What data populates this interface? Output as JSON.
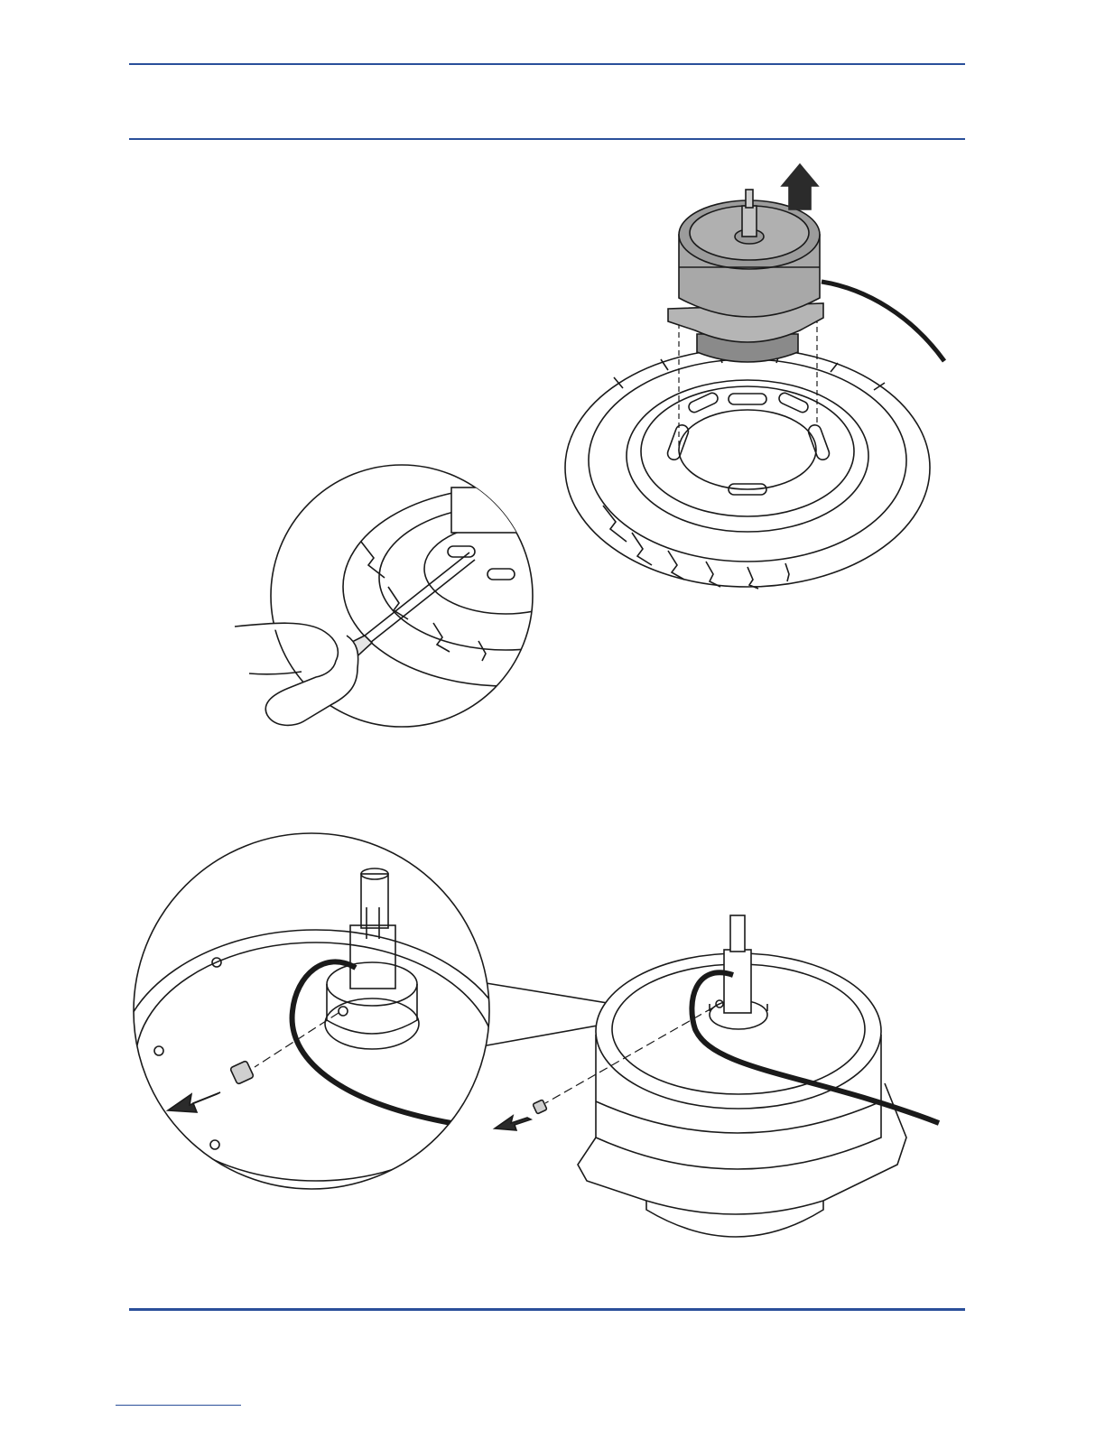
{
  "page": {
    "accent_color": "#2a4f9a",
    "rule_color": "#2a4f9a",
    "footer_link_color": "#2a4f9a"
  },
  "figures": [
    {
      "icon": "motor-removal-illustration"
    },
    {
      "icon": "screwdriver-detail-illustration"
    },
    {
      "icon": "set-screw-removal-illustration"
    }
  ]
}
